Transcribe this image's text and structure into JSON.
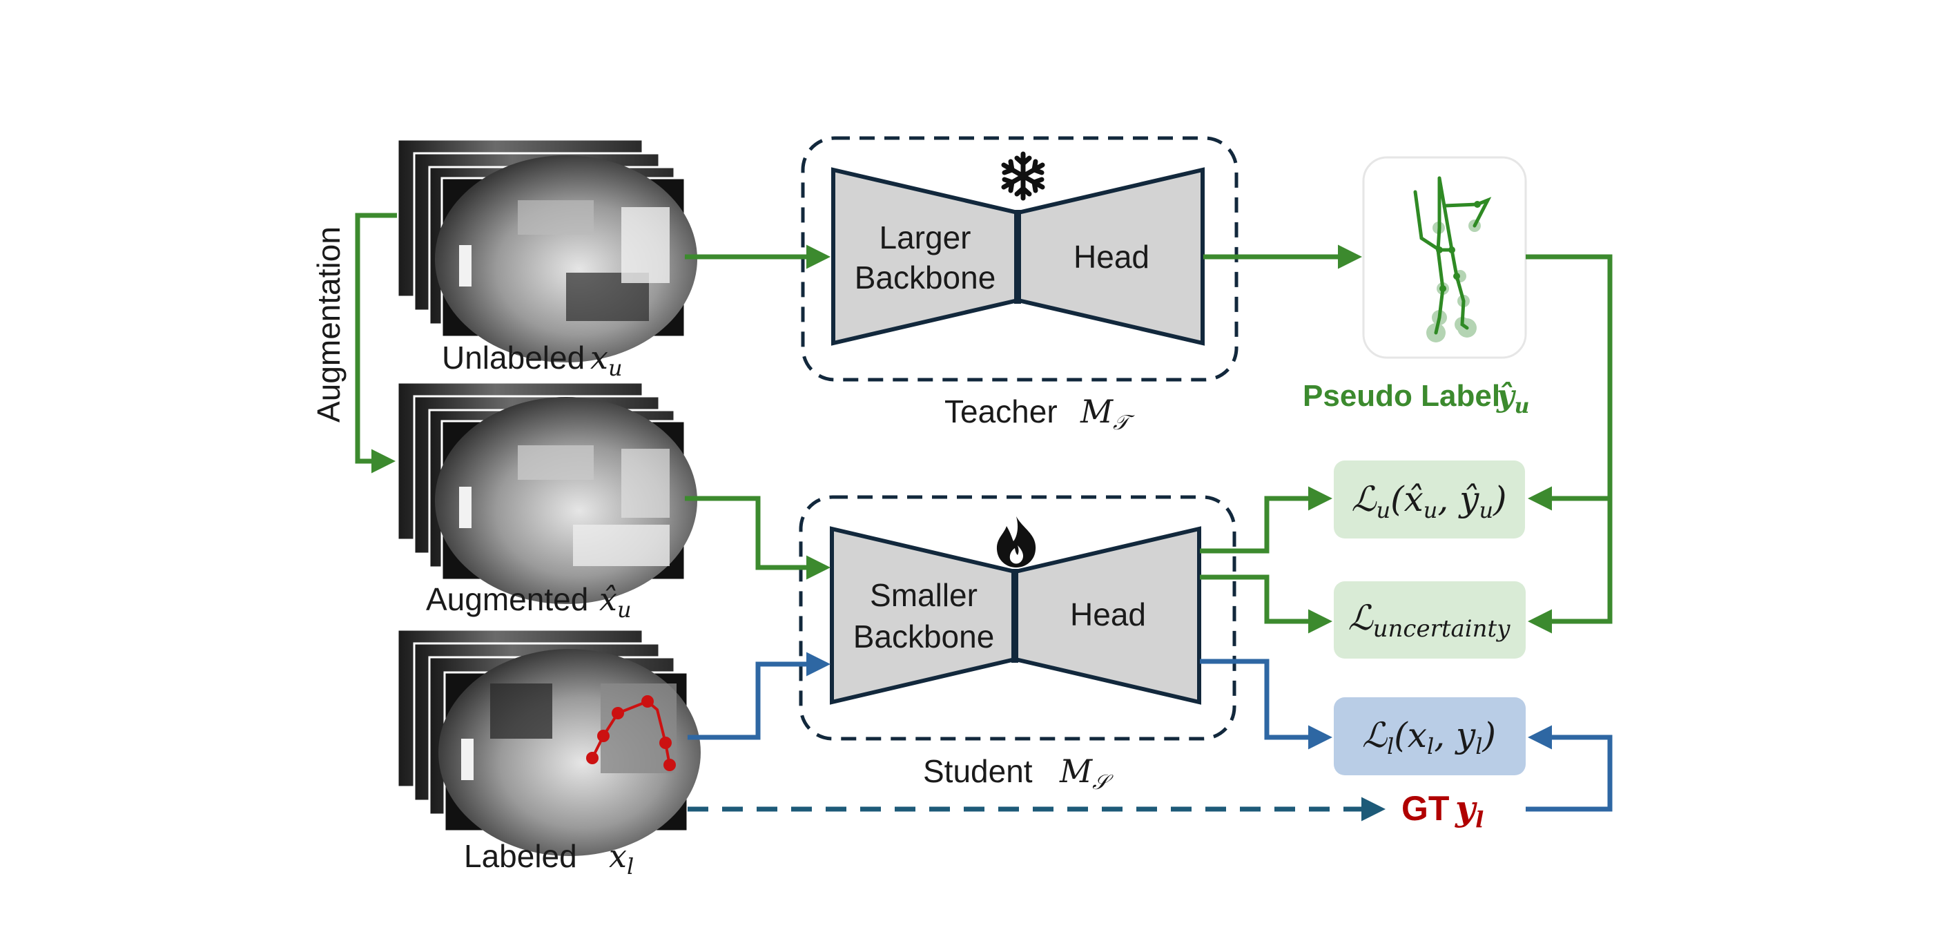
{
  "augmentation_label": "Augmentation",
  "inputs": {
    "unlabeled": {
      "label": "Unlabeled",
      "symbol": "x",
      "sub": "u"
    },
    "augmented": {
      "label": "Augmented",
      "symbol": "x̂",
      "sub": "u"
    },
    "labeled": {
      "label": "Labeled",
      "symbol": "x",
      "sub": "l"
    }
  },
  "teacher": {
    "backbone_line1": "Larger",
    "backbone_line2": "Backbone",
    "head": "Head",
    "caption": "Teacher",
    "symbol": "M",
    "sub": "𝒯",
    "status_icon": "snowflake-icon"
  },
  "student": {
    "backbone_line1": "Smaller",
    "backbone_line2": "Backbone",
    "head": "Head",
    "caption": "Student",
    "symbol": "M",
    "sub": "𝒮",
    "status_icon": "flame-icon"
  },
  "pseudo_label": {
    "label": "Pseudo Label",
    "symbol": "ŷ",
    "sub": "u"
  },
  "gt": {
    "label": "GT",
    "symbol": "y",
    "sub": "l"
  },
  "losses": {
    "unlabeled": {
      "L": "ℒ",
      "sub": "u",
      "args": "(x̂",
      "arg1sub": "u",
      "comma": ", ŷ",
      "arg2sub": "u",
      "close": ")"
    },
    "uncertainty": {
      "L": "ℒ",
      "sub": "uncertainty"
    },
    "labeled": {
      "L": "ℒ",
      "sub": "l",
      "args": "(x",
      "arg1sub": "l",
      "comma": ", y",
      "arg2sub": "l",
      "close": ")"
    }
  },
  "colors": {
    "green": "#3c8a2e",
    "blue": "#2e67a3",
    "dark_teal": "#1d5a78",
    "navy": "#12283c",
    "gray_fill": "#d3d3d3",
    "green_box": "#d9ebd6",
    "blue_box": "#b9cde6",
    "gt_red": "#b00000"
  }
}
